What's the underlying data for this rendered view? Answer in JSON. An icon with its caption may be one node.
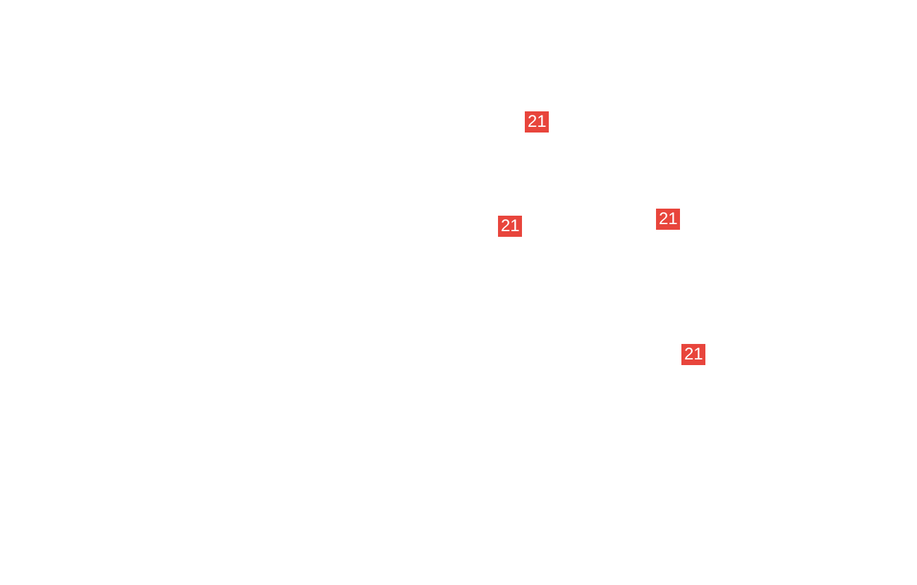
{
  "diagram": {
    "labels": [
      "21",
      "21",
      "21",
      "21"
    ]
  }
}
